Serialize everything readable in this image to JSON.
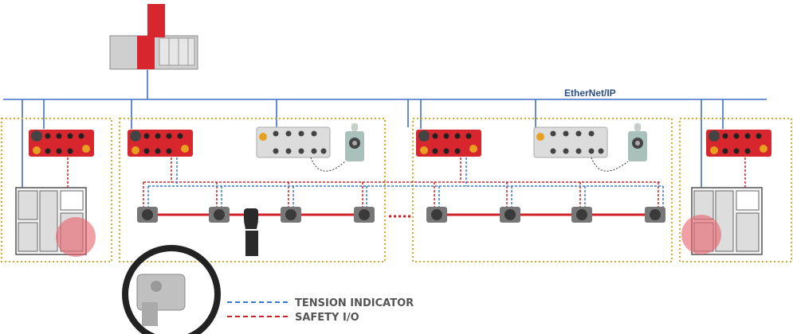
{
  "network_label": "EtherNet/IP",
  "legend": {
    "items": [
      {
        "label": "TENSION INDICATOR",
        "color": "#3b78d0"
      },
      {
        "label": "SAFETY I/O",
        "color": "#d0202a"
      }
    ]
  },
  "colors": {
    "ethernet_bus": "#3f6fc6",
    "zone_border": "#d6aa2c",
    "safety_cable": "#d0202a",
    "io_module": "#d8262e",
    "highlight": "#e8636a"
  },
  "icons": [
    "controller-rack",
    "safety-io-block",
    "standard-io-block",
    "stack-light",
    "electrical-cabinet",
    "cable-pull-switch",
    "raised-fist",
    "rope-pull-switch-photo"
  ]
}
